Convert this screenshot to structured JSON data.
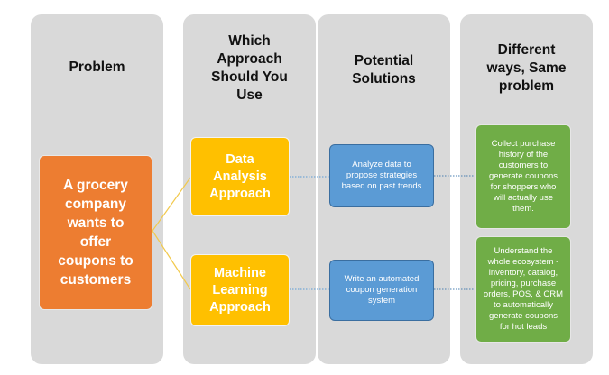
{
  "columns": [
    {
      "title": "Problem"
    },
    {
      "title": "Which\nApproach\nShould You\nUse"
    },
    {
      "title": "Potential\nSolutions"
    },
    {
      "title": "Different\nways, Same\nproblem"
    }
  ],
  "problem": {
    "text": "A grocery\ncompany\nwants to\noffer\ncoupons to\ncustomers"
  },
  "approaches": [
    {
      "text": "Data\nAnalysis\nApproach"
    },
    {
      "text": "Machine\nLearning\nApproach"
    }
  ],
  "solutions": [
    {
      "text": "Analyze data to\npropose strategies\nbased on past trends"
    },
    {
      "text": "Write an automated\ncoupon generation\nsystem"
    }
  ],
  "ways": [
    {
      "text": "Collect purchase\nhistory of the\ncustomers to\ngenerate coupons\nfor shoppers who\nwill actually use\nthem."
    },
    {
      "text": "Understand the\nwhole ecosystem -\ninventory, catalog,\npricing, purchase\norders, POS, & CRM\nto automatically\ngenerate coupons\nfor hot leads"
    }
  ],
  "colors": {
    "column_bg": "#d9d9d9",
    "problem": "#ed7d31",
    "approach": "#ffc000",
    "solution": "#5b9bd5",
    "way": "#70ad47"
  }
}
